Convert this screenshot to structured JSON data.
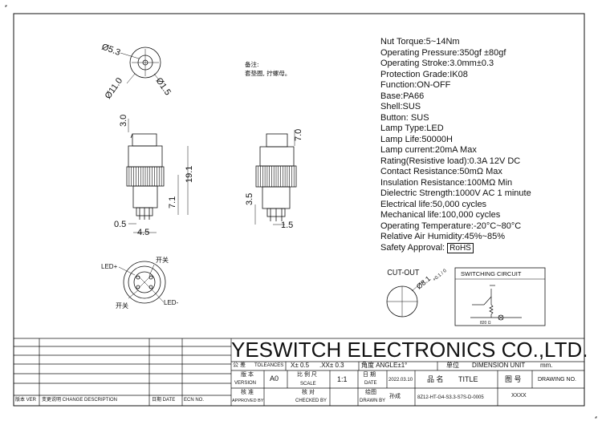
{
  "specs": [
    "Nut Torque:5~14Nm",
    "Operating Pressure:350gf ±80gf",
    "Operating Stroke:3.0mm±0.3",
    "Protection Grade:IK08",
    "Function:ON-OFF",
    "Base:PA66",
    "Shell:SUS",
    "Button: SUS",
    "Lamp Type:LED",
    "Lamp Life:50000H",
    "Lamp current:20mA Max",
    "Rating(Resistive load):0.3A 12V DC",
    "Contact Resistance:50mΩ Max",
    "Insulation Resistance:100MΩ Min",
    "Dielectric Strength:1000V AC 1 minute",
    "Electrical life:50,000 cycles",
    "Mechanical life:100,000 cycles",
    "Operating Temperature:-20°C~80°C",
    "Relative Air Humidity:45%~85%"
  ],
  "safety": {
    "label": "Safety Approval:",
    "badge": "RoHS"
  },
  "note": {
    "line1": "备注:",
    "line2": "套垫圈, 拧螺母。"
  },
  "dims": {
    "d53": "Ø5.3",
    "d110": "Ø11.0",
    "d15": "Ø1.5",
    "h30": "3.0",
    "h191": "19.1",
    "h71": "7.1",
    "w05": "0.5",
    "w45": "4.5",
    "h70": "7.0",
    "h35": "3.5",
    "w15": "1.5"
  },
  "pins": {
    "switch_top": "开关",
    "switch_bottom": "开关",
    "led_plus": "LED+",
    "led_minus": "LED-"
  },
  "cutout": {
    "label": "CUT-OUT",
    "dia": "Ø8.1",
    "tol": "+0.1 / 0"
  },
  "circuit": {
    "title": "SWITCHING CIRCUIT",
    "caption": "820 Ω"
  },
  "titleblock": {
    "company": "YESWITCH ELECTRONICS CO.,LTD.",
    "tol_cn": "公 差",
    "tol_en": "TOLEANCES",
    "tol_x": "X± 0.5",
    "tol_xx": ".XX± 0.3",
    "angle": "角度 ANGLE±1°",
    "unit_cn": "单位",
    "unit_en": "DIMENSION UNIT",
    "unit_val": "mm.",
    "ver_cn": "版 本",
    "ver_en": "VERSION",
    "ver_val": "A0",
    "scale_cn": "比 例 尺",
    "scale_en": "SCALE",
    "scale_val": "1:1",
    "date_cn": "日 期",
    "date_en": "DATE",
    "date_val": "2022.03.10",
    "name_cn": "品 名",
    "name_en": "TITLE",
    "dwg_cn": "图 号",
    "dwg_en": "DRAWING NO.",
    "appr_cn": "核 准",
    "appr_en": "APPROVED BY",
    "chk_cn": "核 对",
    "chk_en": "CHECKED BY",
    "draw_cn": "绘图",
    "draw_en": "DRAWN BY",
    "drawer": "孙成",
    "part_no": "8Z12-HT-G4-S3.3-S7S-D-0005",
    "xxxx": "XXXX",
    "rev_ver": "版本 VER",
    "rev_desc": "变更说明 CHANGE DESCRIPTION",
    "rev_date": "日期 DATE",
    "rev_ecn": "ECN NO."
  }
}
